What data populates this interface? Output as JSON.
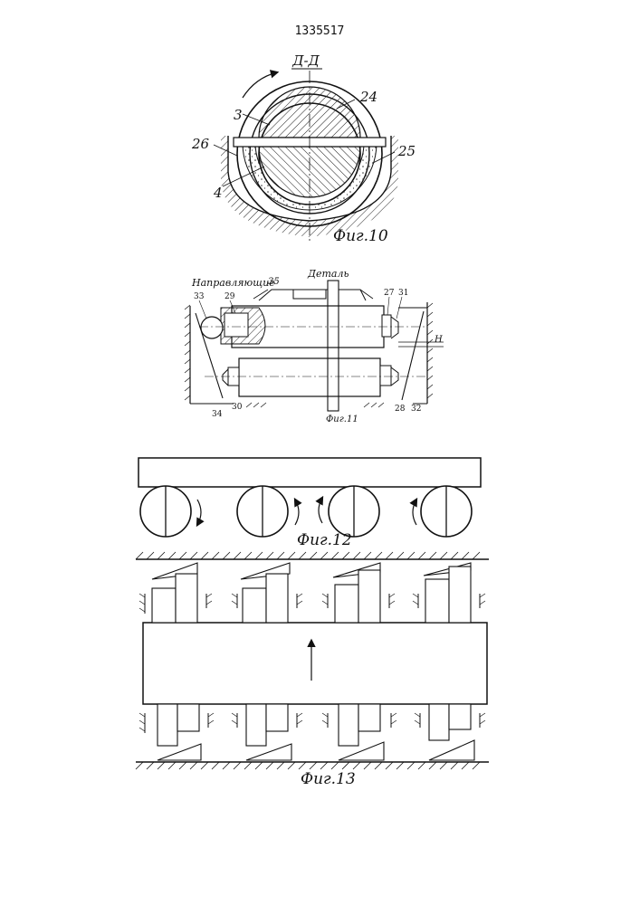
{
  "document": {
    "patent_number": "1335517"
  },
  "fig10": {
    "caption": "Фиг.10",
    "section_label": "Д-Д",
    "labels": {
      "l3": "3",
      "l4": "4",
      "l24": "24",
      "l25": "25",
      "l26": "26"
    }
  },
  "fig11": {
    "caption": "Фиг.11",
    "guides_label": "Направляющие",
    "part_label": "Деталь",
    "dimension_label": "H",
    "labels": {
      "l27": "27",
      "l28": "28",
      "l29": "29",
      "l30": "30",
      "l31": "31",
      "l32": "32",
      "l33": "33",
      "l34": "34",
      "l35": "35"
    }
  },
  "fig12": {
    "caption": "Фиг.12"
  },
  "fig13": {
    "caption": "Фиг.13"
  }
}
